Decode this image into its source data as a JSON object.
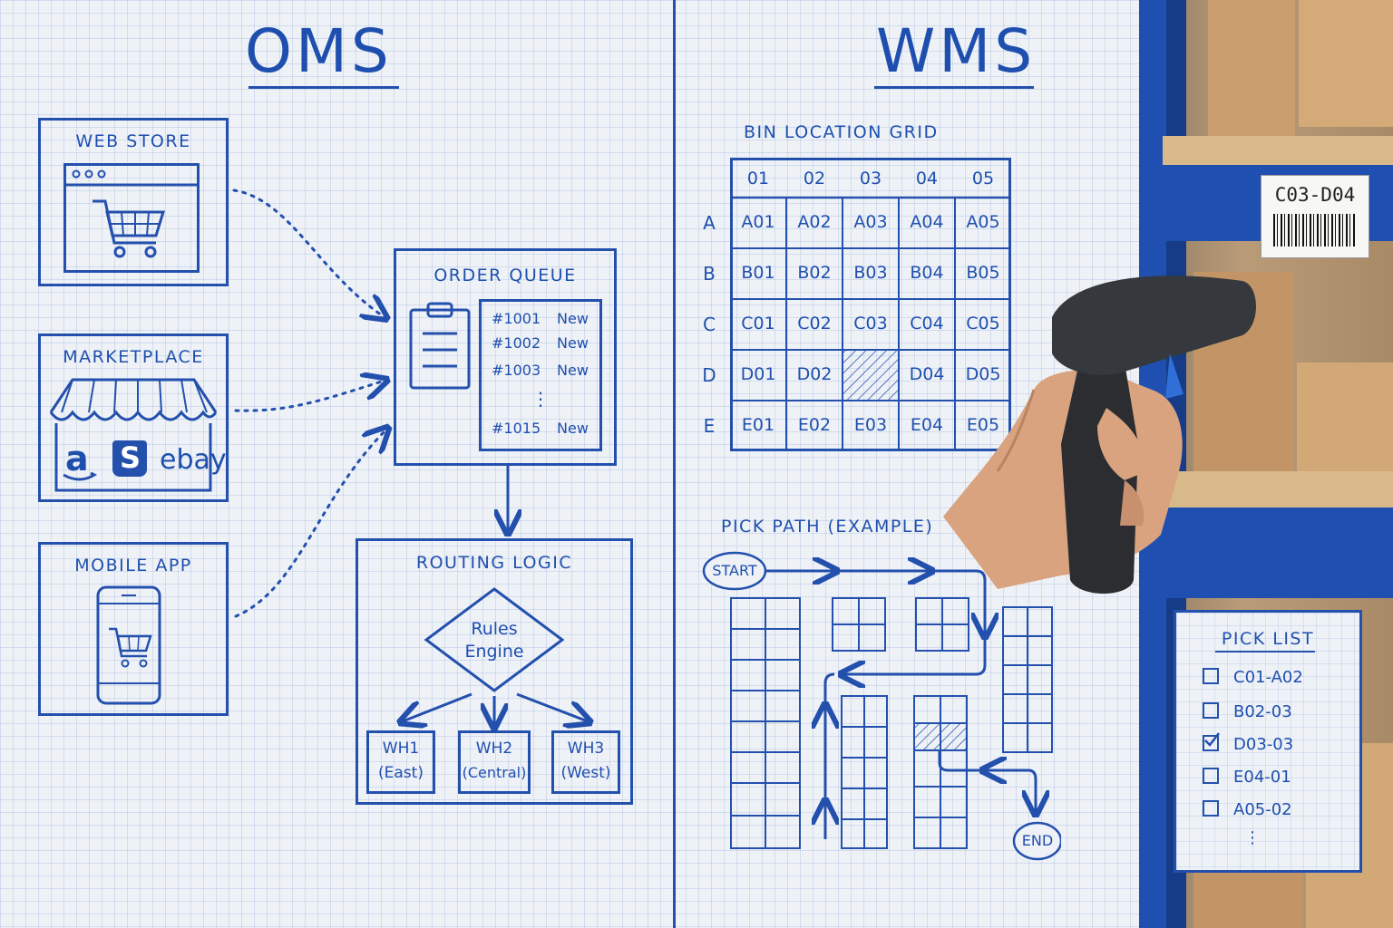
{
  "oms": {
    "title": "OMS",
    "channels": {
      "web_store": "WEB STORE",
      "marketplace": "MARKETPLACE",
      "marketplace_logos": [
        "a",
        "S",
        "ebay"
      ],
      "mobile_app": "MOBILE APP"
    },
    "order_queue": {
      "title": "ORDER QUEUE",
      "orders": [
        {
          "id": "#1001",
          "status": "New"
        },
        {
          "id": "#1002",
          "status": "New"
        },
        {
          "id": "#1003",
          "status": "New"
        },
        {
          "id": "#1015",
          "status": "New"
        }
      ],
      "ellipsis": "⋮"
    },
    "routing": {
      "title": "ROUTING LOGIC",
      "engine": [
        "Rules",
        "Engine"
      ],
      "warehouses": [
        {
          "name": "WH1",
          "region": "(East)"
        },
        {
          "name": "WH2",
          "region": "(Central)"
        },
        {
          "name": "WH3",
          "region": "(West)"
        }
      ]
    }
  },
  "wms": {
    "title": "WMS",
    "bin_grid": {
      "title": "BIN LOCATION GRID",
      "columns": [
        "01",
        "02",
        "03",
        "04",
        "05"
      ],
      "rows": [
        "A",
        "B",
        "C",
        "D",
        "E"
      ],
      "cells": [
        [
          "A01",
          "A02",
          "A03",
          "A04",
          "A05"
        ],
        [
          "B01",
          "B02",
          "B03",
          "B04",
          "B05"
        ],
        [
          "C01",
          "C02",
          "C03",
          "C04",
          "C05"
        ],
        [
          "D01",
          "D02",
          "",
          "D04",
          "D05"
        ],
        [
          "E01",
          "E02",
          "E03",
          "E04",
          "E05"
        ]
      ]
    },
    "pick_path": {
      "title": "PICK PATH (EXAMPLE)",
      "start": "START",
      "end": "END"
    },
    "shelf_label": "C03-D04",
    "pick_list": {
      "title": "PICK LIST",
      "items": [
        {
          "code": "C01-A02",
          "checked": false
        },
        {
          "code": "B02-03",
          "checked": false
        },
        {
          "code": "D03-03",
          "checked": true
        },
        {
          "code": "E04-01",
          "checked": false
        },
        {
          "code": "A05-02",
          "checked": false
        }
      ],
      "ellipsis": "⋮"
    }
  },
  "colors": {
    "ink": "#2450ad",
    "shelf_blue": "#1f4fb0",
    "box_brown": "#c99a68",
    "scanner": "#2b2d31"
  }
}
